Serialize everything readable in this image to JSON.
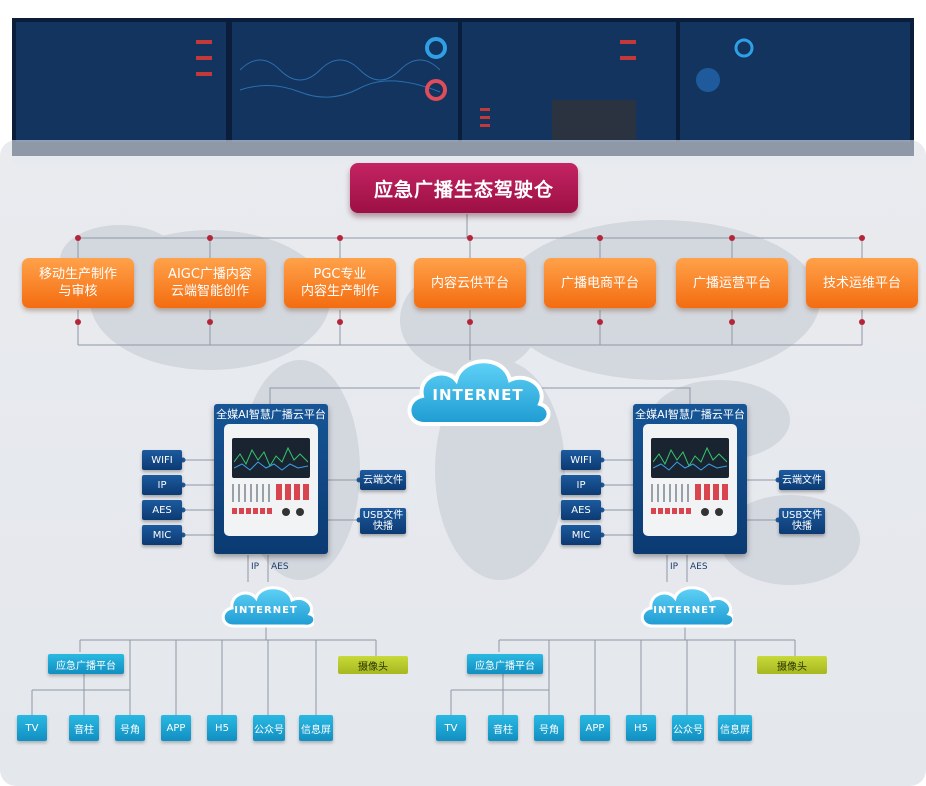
{
  "title": "应急广播生态驾驶仓",
  "top_platforms": [
    {
      "label": "移动生产制作\n与审核"
    },
    {
      "label": "AIGC广播内容\n云端智能创作"
    },
    {
      "label": "PGC专业\n内容生产制作"
    },
    {
      "label": "内容云供平台"
    },
    {
      "label": "广播电商平台"
    },
    {
      "label": "广播运营平台"
    },
    {
      "label": "技术运维平台"
    }
  ],
  "internet_main": "INTERNET",
  "internet_small": "INTERNET",
  "units": [
    {
      "title": "全媒AI智慧广播云平台",
      "inputs": [
        "WIFI",
        "IP",
        "AES",
        "MIC"
      ],
      "outputs": [
        "云端文件",
        "USB文件\n快播"
      ],
      "link_labels": [
        "IP",
        "AES"
      ],
      "platform": "应急广播平台",
      "camera": "摄像头",
      "terminals": [
        "TV",
        "音柱",
        "号角",
        "APP",
        "H5",
        "公众号",
        "信息屏"
      ]
    },
    {
      "title": "全媒AI智慧广播云平台",
      "inputs": [
        "WIFI",
        "IP",
        "AES",
        "MIC"
      ],
      "outputs": [
        "云端文件",
        "USB文件\n快播"
      ],
      "link_labels": [
        "IP",
        "AES"
      ],
      "platform": "应急广播平台",
      "camera": "摄像头",
      "terminals": [
        "TV",
        "音柱",
        "号角",
        "APP",
        "H5",
        "公众号",
        "信息屏"
      ]
    }
  ],
  "colors": {
    "title_bg": "#b5174f",
    "orange": "#f47a1f",
    "panel_blue": "#0f4a8a",
    "teal": "#1aa3d4",
    "lime": "#b8c92c",
    "dark_top": "#0a1e3c"
  }
}
